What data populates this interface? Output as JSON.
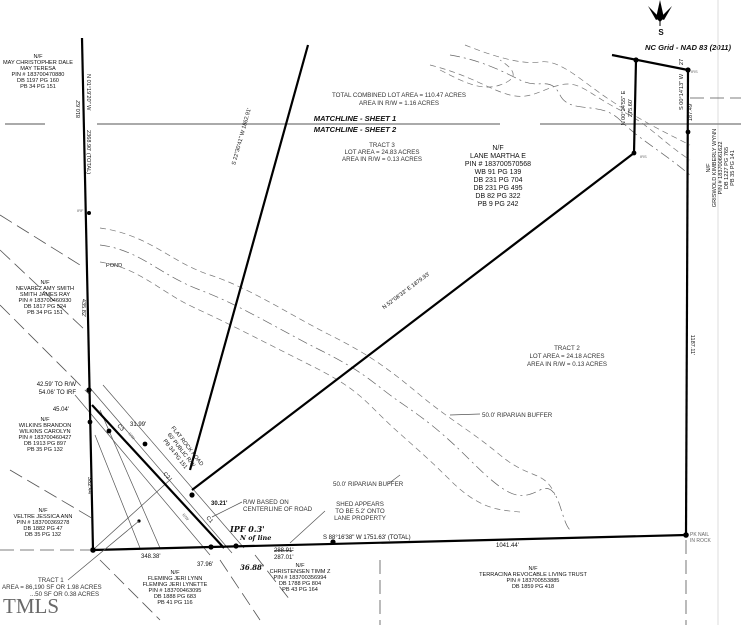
{
  "north_arrow": {
    "label": "S",
    "datum": "NC Grid - NAD 83 (2011)"
  },
  "summary": {
    "total_area": "TOTAL COMBINED LOT AREA = 110.47 ACRES",
    "rw_area": "AREA IN R/W = 1.16 ACRES"
  },
  "matchline": {
    "sheet1": "MATCHLINE - SHEET 1",
    "sheet2": "MATCHLINE - SHEET 2"
  },
  "tracts": {
    "tract1": {
      "name": "TRACT 1",
      "area": "AREA = 86,190 SF OR 1.98 ACRES",
      "rw": "...50 SF OR 0.38 ACRES"
    },
    "tract2": {
      "name": "TRACT 2",
      "area": "LOT AREA = 24.18 ACRES",
      "rw": "AREA IN R/W = 0.13 ACRES"
    },
    "tract3": {
      "name": "TRACT 3",
      "area": "LOT AREA = 24.83 ACRES",
      "rw": "AREA IN R/W = 0.13 ACRES"
    }
  },
  "owners": {
    "may": [
      "N/F",
      "MAY CHRISTOPHER DALE",
      "MAY TERESA",
      "PIN # 183700470880",
      "DB 1197 PG 160",
      "PB 34 PG 151"
    ],
    "lane": [
      "N/F",
      "LANE MARTHA E",
      "PIN # 183700570568",
      "WB 91 PG 139",
      "DB 231 PG 704",
      "DB 231 PG 495",
      "DB 82 PG 322",
      "PB 9 PG 242"
    ],
    "griswold": [
      "N/F",
      "GRISWOLD KIMBERLY WYNN",
      "PIN # 183700661622",
      "DB 1227 PG 765",
      "PB 35 PG 141"
    ],
    "nevarez": [
      "N/F",
      "NEVAREZ AMY SMITH",
      "SMITH JAMES RAY",
      "PIN # 183700460930",
      "DB 1817 PG 524",
      "PB 34 PG 151"
    ],
    "wilkins": [
      "N/F",
      "WILKINS BRANDON",
      "WILKINS CAROLYN",
      "PIN # 183700460427",
      "DB 1913 PG 897",
      "PB 35 PG 132"
    ],
    "veltre": [
      "N/F",
      "VELTRE JESSICA ANN",
      "PIN # 183700369278",
      "DB 1882 PG 47",
      "DB 35 PG 132"
    ],
    "fleming": [
      "N/F",
      "FLEMING JERI LYNN",
      "FLEMING JERI LYNETTE",
      "PIN # 183700463095",
      "DB 1888 PG 683",
      "PB 41 PG 116"
    ],
    "christensen": [
      "N/F",
      "CHRISTENSEN TIMM Z",
      "PIN # 183700356994",
      "DB 1788 PG 804",
      "PB 43 PG 164"
    ],
    "terracina": [
      "N/F",
      "TERRACINA REVOCABLE LIVING TRUST",
      "PIN # 183700553885",
      "DB 1859 PG 418"
    ]
  },
  "bearings": {
    "west_bearing": "N 01°19'20\" W",
    "west_top": "810.62'",
    "west_total": "2368.90' (TOTAL)",
    "west_mid": "435.82'",
    "west_low": "382.44'",
    "diag_nw": "S 22°30'41\" W   1862.91'",
    "diag_ne": "N 52°08'33\" E   1879.93'",
    "north_seg_bearing": "N 00°24'55\" E",
    "north_seg_dist": "275.60'",
    "east_top_bearing": "S 00°14'13\" W",
    "east_top_dist": "187.49'",
    "east_top_small": "27",
    "east_dist": "1187.11'",
    "south_total": "S 88°16'38\" W   1751.63' (TOTAL)",
    "south_seg1": "348.38'",
    "south_seg2": "37.96'",
    "south_seg3": "1041.44'",
    "south_struck": "288.91'",
    "south_corrected": "287.01'",
    "to_rw": "42.59' TO R/W",
    "to_irf": "54.06' TO IRF",
    "d45": "45.04'",
    "d31": "31.99'",
    "d30": "30.21'"
  },
  "annotations": {
    "pond": "POND",
    "riparian1": "50.0' RIPARIAN BUFFER",
    "riparian2": "50.0' RIPARIAN BUFFER",
    "road": [
      "FLAT ROCK ROAD",
      "60' PUBLIC R/W",
      "PB 34 PG 151"
    ],
    "rw_note": [
      "R/W BASED ON",
      "CENTERLINE OF ROAD"
    ],
    "shed_note": [
      "SHED APPEARS",
      "TO BE 5.2' ONTO",
      "LANE PROPERTY"
    ],
    "pk_nail": [
      "PK NAIL",
      "IN ROCK"
    ],
    "handwritten": [
      "IPF 0.3'",
      "N of line",
      "36.88'"
    ],
    "curves": [
      "C1",
      "C2",
      "C3"
    ],
    "rw": "R/W",
    "irf": "IRF",
    "irs": "IRS"
  },
  "watermark": "TMLS"
}
